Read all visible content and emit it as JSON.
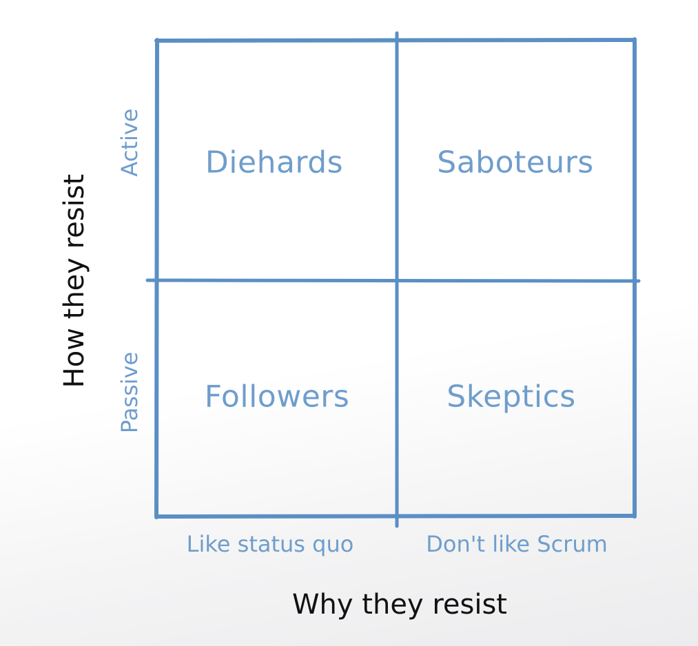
{
  "colors": {
    "grid": "#5b8fc4",
    "quadrant_text": "#6f9dcc",
    "axis_title_text": "#111111"
  },
  "quadrants": {
    "top_left": "Diehards",
    "top_right": "Saboteurs",
    "bottom_left": "Followers",
    "bottom_right": "Skeptics"
  },
  "x_axis": {
    "title": "Why they resist",
    "left_label": "Like status quo",
    "right_label": "Don't like Scrum"
  },
  "y_axis": {
    "title": "How they resist",
    "top_label": "Active",
    "bottom_label": "Passive"
  }
}
